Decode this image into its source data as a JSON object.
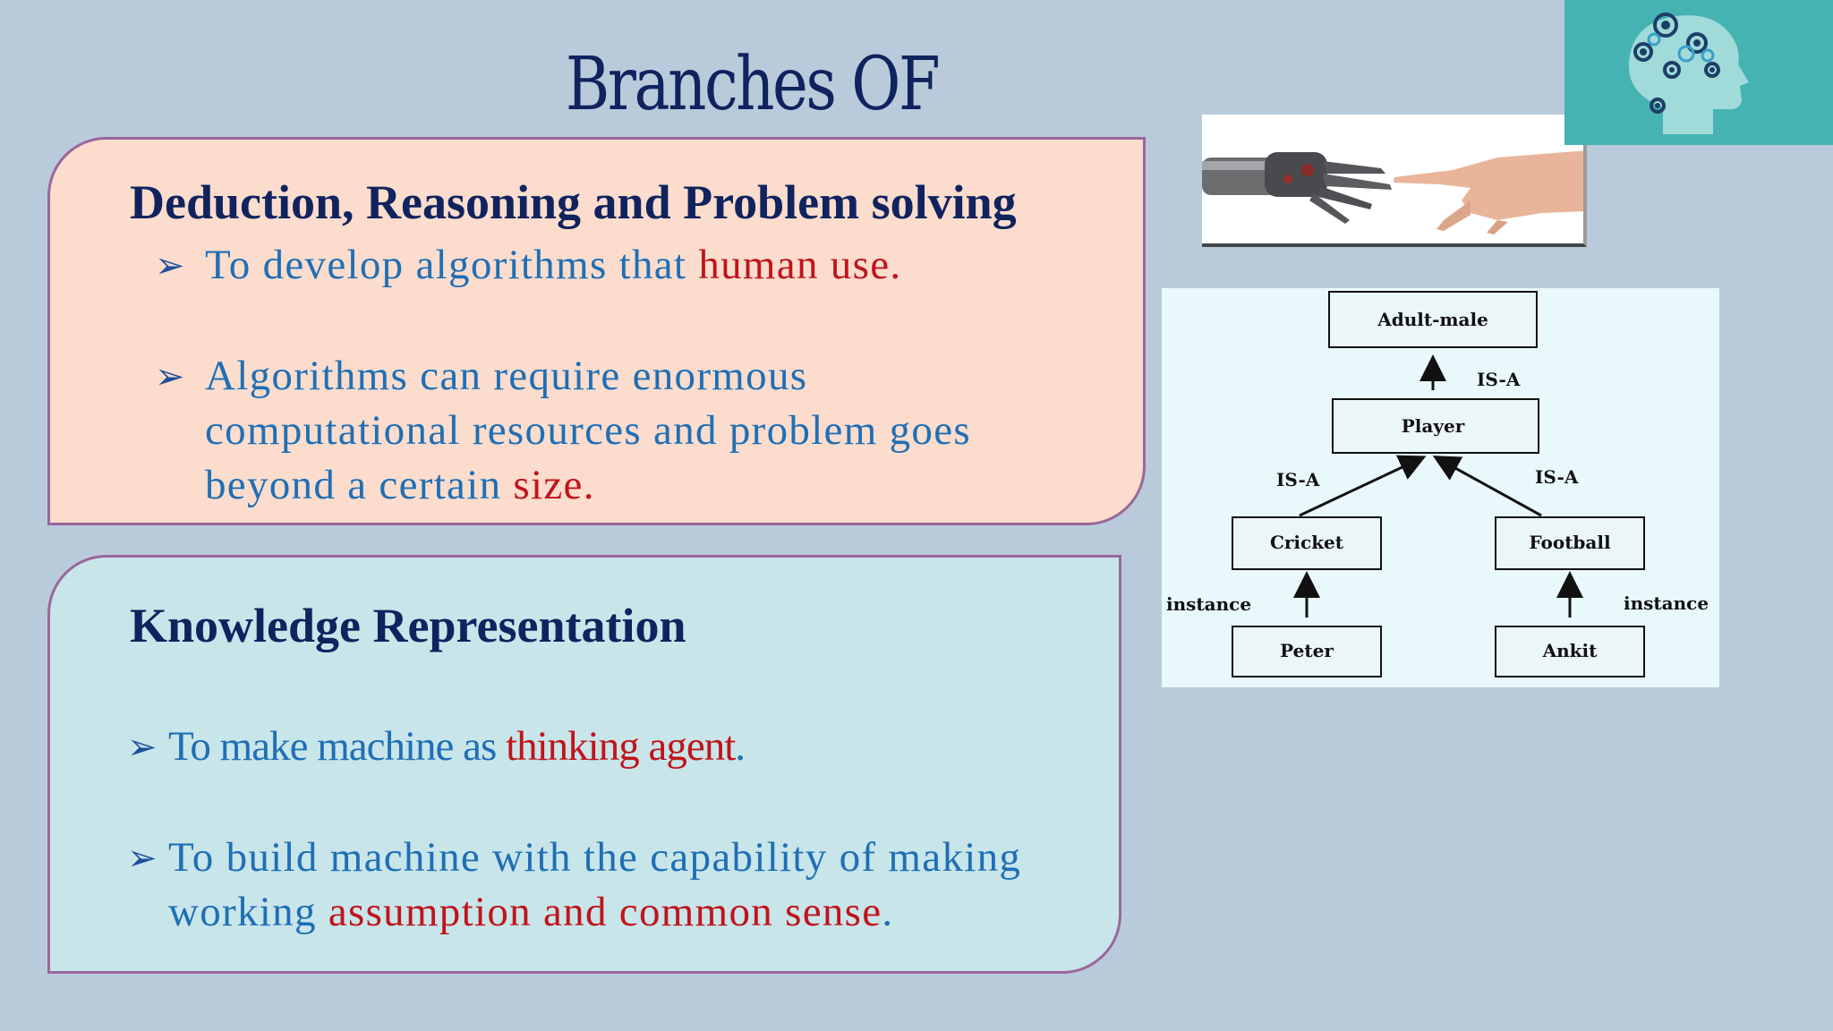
{
  "slide": {
    "title": "Branches OF AI"
  },
  "section1": {
    "heading": "Deduction, Reasoning and Problem solving",
    "bullet1": {
      "text": "To develop algorithms that ",
      "highlight": "human use."
    },
    "bullet2": {
      "line1": "Algorithms can require enormous",
      "line2": "computational  resources and problem goes",
      "line3": "beyond a certain ",
      "highlight": "size."
    }
  },
  "section2": {
    "heading": "Knowledge Representation",
    "bullet1": {
      "text": "To make machine as ",
      "highlight": "thinking agent",
      "end": "."
    },
    "bullet2": {
      "line1": "To build machine with the capability of making",
      "line2_start": "working ",
      "highlight": "assumption and common sense",
      "end": "."
    }
  },
  "diagram": {
    "nodes": {
      "adult_male": "Adult-male",
      "player": "Player",
      "cricket": "Cricket",
      "football": "Football",
      "peter": "Peter",
      "ankit": "Ankit"
    },
    "edge_labels": {
      "player_adult": "IS-A",
      "cricket_player": "IS-A",
      "football_player": "IS-A",
      "peter_cricket": "instance",
      "ankit_football": "instance"
    }
  },
  "colors": {
    "background": "#b9cbdb",
    "title": "#10235e",
    "bullet_text": "#1f6fb5",
    "highlight": "#c0141b",
    "panel1_fill": "#fbdccd",
    "panel2_fill": "#c8e5ea",
    "panel_border": "#9a679a"
  },
  "icons": [
    "arrow-bullet-icon",
    "robot-human-hands-image",
    "brain-gears-icon"
  ]
}
